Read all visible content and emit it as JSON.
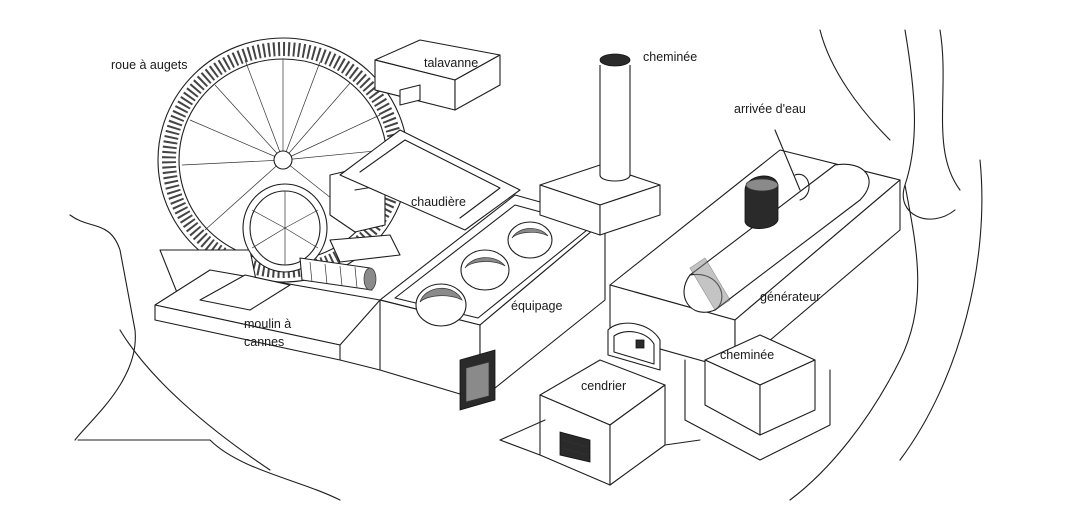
{
  "labels": {
    "roue_a_augets": "roue à augets",
    "talavanne": "talavanne",
    "cheminee_top": "cheminée",
    "arrivee_deau": "arrivée d'eau",
    "chaudiere": "chaudière",
    "equipage": "équipage",
    "generateur": "générateur",
    "moulin_line1": "moulin à",
    "moulin_line2": "cannes",
    "cheminee_bottom": "cheminée",
    "cendrier": "cendrier"
  }
}
